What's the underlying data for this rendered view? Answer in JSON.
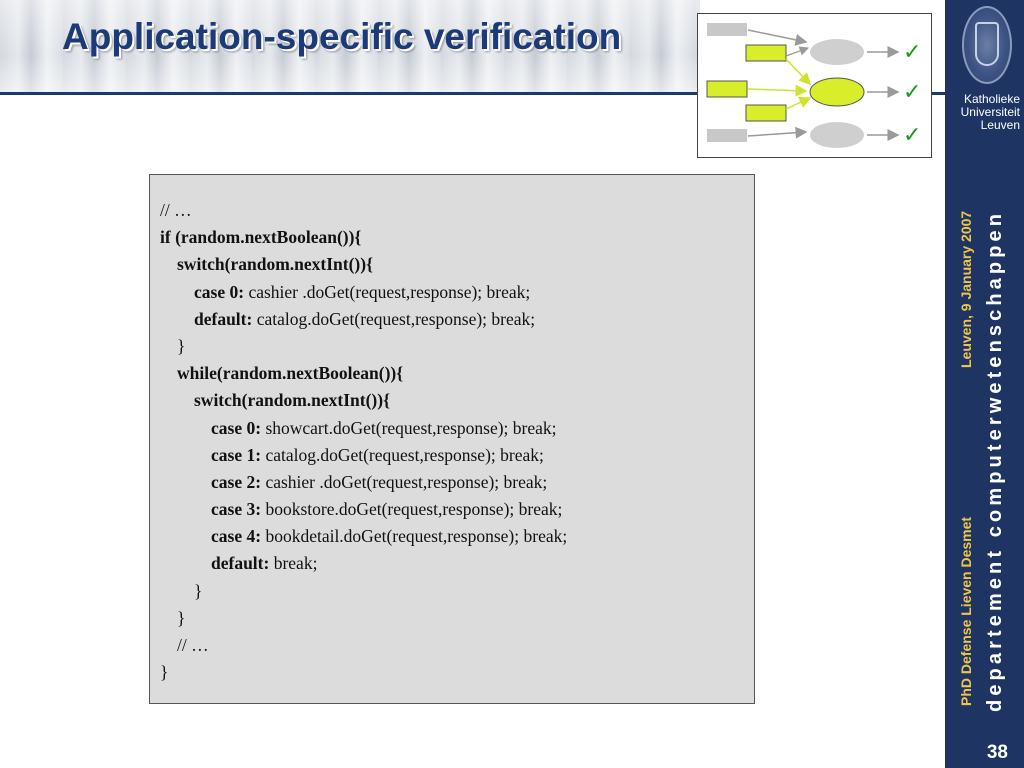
{
  "slide": {
    "title": "Application-specific verification",
    "page_number": "38"
  },
  "diagram": {
    "check_mark": "✓",
    "accent_color": "#d8ee2a",
    "box_gray": "#c8c8c8"
  },
  "code": {
    "lines": [
      {
        "kw": "",
        "text": "// …",
        "indent": 0
      },
      {
        "kw": "if  (random.nextBoolean()){",
        "text": "",
        "indent": 0
      },
      {
        "kw": "switch(random.nextInt()){",
        "text": "",
        "indent": 1
      },
      {
        "kw": "case 0:",
        "text": " cashier .doGet(request,response); break;",
        "indent": 2
      },
      {
        "kw": "default:",
        "text": " catalog.doGet(request,response); break;",
        "indent": 2
      },
      {
        "kw": "",
        "text": "}",
        "indent": 1
      },
      {
        "kw": "while(random.nextBoolean()){",
        "text": "",
        "indent": 1
      },
      {
        "kw": "switch(random.nextInt()){",
        "text": "",
        "indent": 2
      },
      {
        "kw": "case 0:",
        "text": " showcart.doGet(request,response); break;",
        "indent": 3
      },
      {
        "kw": "case 1:",
        "text": " catalog.doGet(request,response); break;",
        "indent": 3
      },
      {
        "kw": "case 2:",
        "text": " cashier .doGet(request,response); break;",
        "indent": 3
      },
      {
        "kw": "case 3:",
        "text": " bookstore.doGet(request,response); break;",
        "indent": 3
      },
      {
        "kw": "case 4:",
        "text": " bookdetail.doGet(request,response); break;",
        "indent": 3
      },
      {
        "kw": "default:",
        "text": " break;",
        "indent": 3
      },
      {
        "kw": "",
        "text": "}",
        "indent": 2
      },
      {
        "kw": "",
        "text": "}",
        "indent": 1
      },
      {
        "kw": "",
        "text": "// …",
        "indent": 1
      },
      {
        "kw": "",
        "text": "}",
        "indent": 0
      }
    ]
  },
  "sidebar": {
    "university_lines": [
      "Katholieke",
      "Universiteit",
      "Leuven"
    ],
    "date": "Leuven, 9 January 2007",
    "author": "PhD Defense Lieven Desmet",
    "department": "departement computerwetenschappen",
    "primary_color": "#1e3563",
    "highlight_color": "#f0c64a"
  }
}
